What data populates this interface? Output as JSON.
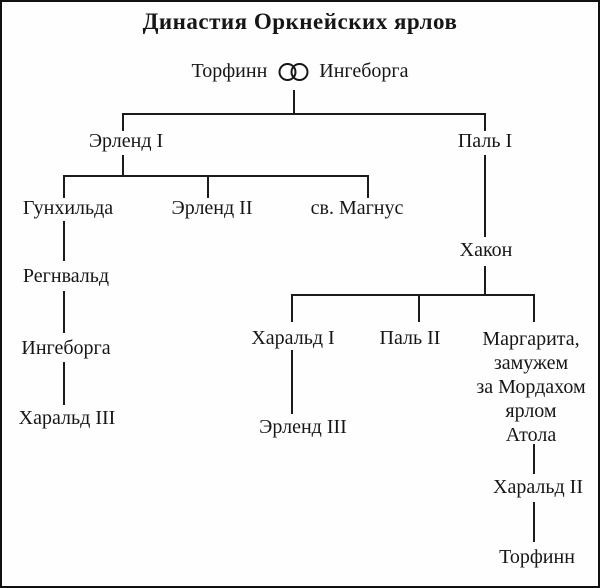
{
  "title": "Династия Оркнейских ярлов",
  "couple": {
    "husband": "Торфинн",
    "wife": "Ингеборга",
    "symbol": "interlocked-rings"
  },
  "nodes": {
    "erlend_i": "Эрленд I",
    "pal_i": "Паль I",
    "gunhilda": "Гунхильда",
    "erlend_ii": "Эрленд II",
    "st_magnus": "св. Магнус",
    "regnvald": "Регнвальд",
    "ingeborga": "Ингеборга",
    "harald_iii": "Харальд III",
    "hakon": "Хакон",
    "harald_i": "Харальд I",
    "pal_ii": "Паль II",
    "erlend_iii": "Эрленд III",
    "harald_ii": "Харальд II",
    "torfinn_jr": "Торфинн"
  },
  "margarita": {
    "lines": [
      "Маргарита,",
      "замужем",
      "за Мордахом",
      "ярлом",
      "Атола"
    ]
  },
  "colors": {
    "ink": "#161616",
    "background": "#ffffff"
  }
}
